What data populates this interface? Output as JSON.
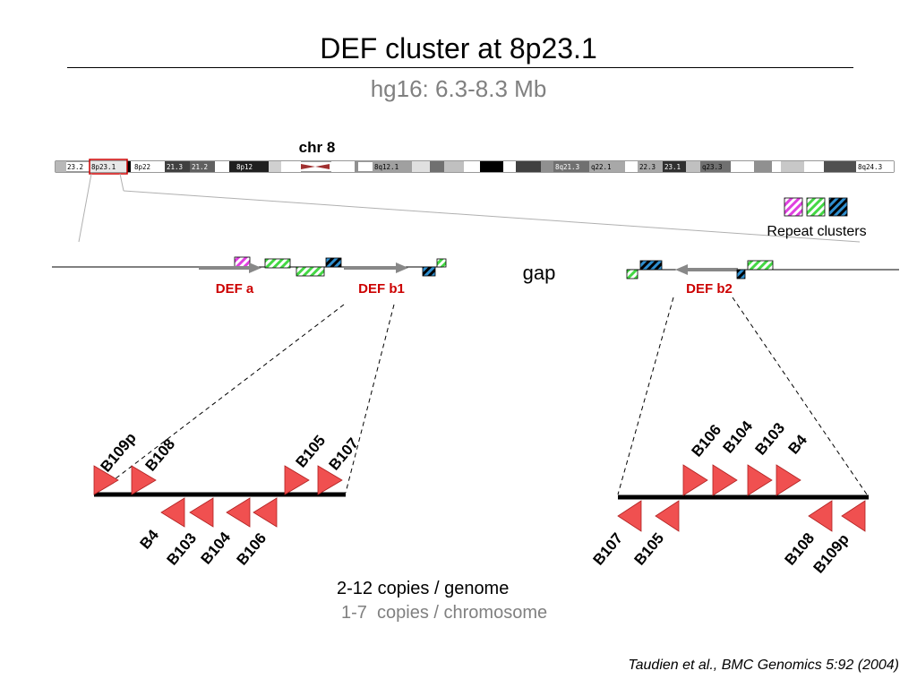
{
  "title": "DEF cluster at 8p23.1",
  "subtitle": "hg16: 6.3-8.3 Mb",
  "chromosome": {
    "label": "chr 8",
    "bands": [
      "23.2",
      "8p23.1",
      "8p22",
      "21.3",
      "21.2",
      "8p12",
      "8q12.1",
      "8q21.3",
      "q22.1",
      "22.3",
      "23.1",
      "q23.3",
      "8q24.3"
    ]
  },
  "legend": {
    "label": "Repeat clusters",
    "colors": [
      "#e040e0",
      "#44d844",
      "#2f8fd0"
    ]
  },
  "genes": {
    "def_a": "DEF a",
    "def_b1": "DEF b1",
    "def_b2": "DEF b2",
    "gap": "gap"
  },
  "left_cluster": {
    "top": [
      "B109p",
      "B108",
      "B105",
      "B107"
    ],
    "bottom": [
      "B4",
      "B103",
      "B104",
      "B106"
    ]
  },
  "right_cluster": {
    "top": [
      "B106",
      "B104",
      "B103",
      "B4"
    ],
    "bottom": [
      "B107",
      "B105",
      "B108",
      "B109p"
    ]
  },
  "copies": {
    "genome": "2-12 copies / genome",
    "chromosome": "1-7  copies / chromosome"
  },
  "citation": "Taudien et al., BMC Genomics 5:92 (2004)",
  "colors": {
    "gene_red": "#cc0000",
    "triangle": "#f05050"
  }
}
